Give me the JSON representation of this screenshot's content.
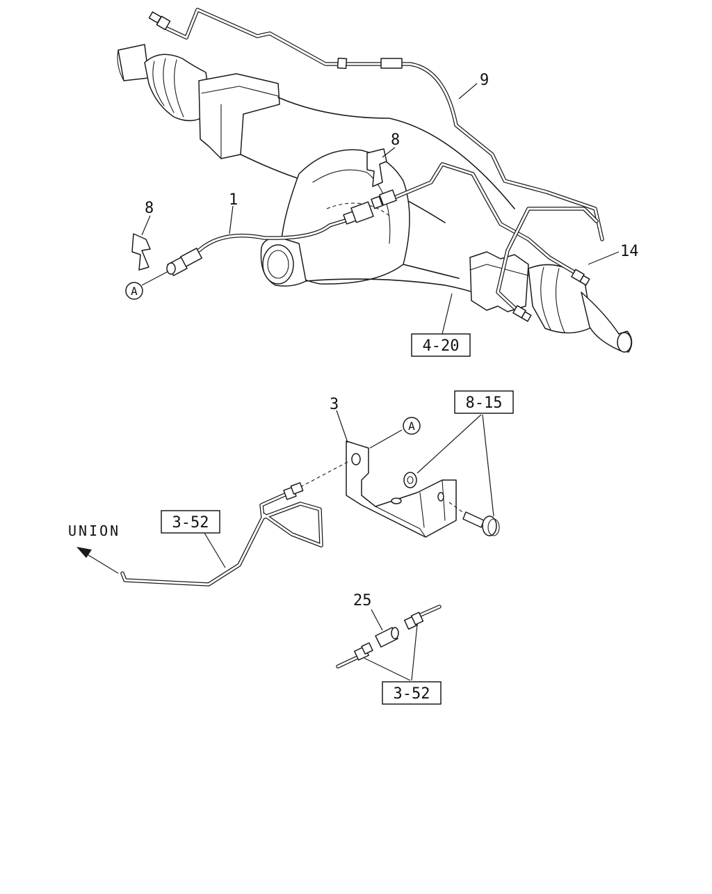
{
  "callouts": {
    "part_1": "1",
    "part_8_upper": "8",
    "part_8_lower": "8",
    "part_9": "9",
    "part_14": "14",
    "part_3": "3",
    "part_25": "25",
    "ref_A_upper": "A",
    "ref_A_lower": "A"
  },
  "boxed_refs": {
    "axle_ref": "4-20",
    "bolt_ref": "8-15",
    "pipe_ref": "3-52",
    "union_ref": "3-52"
  },
  "annotations": {
    "union_label": "UNION"
  }
}
